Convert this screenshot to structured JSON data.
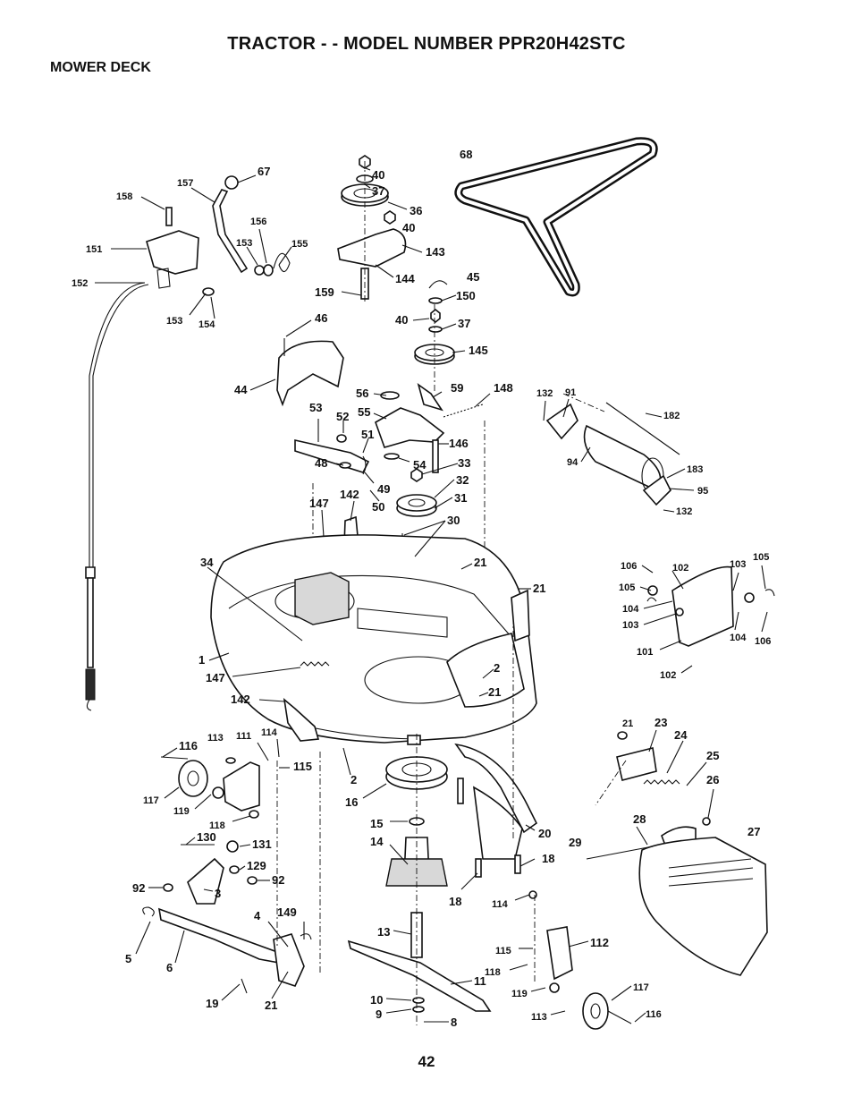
{
  "header": {
    "title": "TRACTOR - - MODEL NUMBER PPR20H42STC",
    "section": "MOWER DECK"
  },
  "footer": {
    "page_number": "42"
  },
  "callouts": [
    {
      "id": "c68",
      "text": "68"
    },
    {
      "id": "c40a",
      "text": "40"
    },
    {
      "id": "c37a",
      "text": "37"
    },
    {
      "id": "c36",
      "text": "36"
    },
    {
      "id": "c40b",
      "text": "40"
    },
    {
      "id": "c143",
      "text": "143"
    },
    {
      "id": "c144",
      "text": "144"
    },
    {
      "id": "c159",
      "text": "159"
    },
    {
      "id": "c45",
      "text": "45"
    },
    {
      "id": "c150",
      "text": "150"
    },
    {
      "id": "c40c",
      "text": "40"
    },
    {
      "id": "c37b",
      "text": "37"
    },
    {
      "id": "c145",
      "text": "145"
    },
    {
      "id": "c67",
      "text": "67"
    },
    {
      "id": "c157",
      "text": "157"
    },
    {
      "id": "c158",
      "text": "158"
    },
    {
      "id": "c156",
      "text": "156"
    },
    {
      "id": "c153a",
      "text": "153"
    },
    {
      "id": "c155",
      "text": "155"
    },
    {
      "id": "c151",
      "text": "151"
    },
    {
      "id": "c152",
      "text": "152"
    },
    {
      "id": "c153b",
      "text": "153"
    },
    {
      "id": "c154",
      "text": "154"
    },
    {
      "id": "c46",
      "text": "46"
    },
    {
      "id": "c44",
      "text": "44"
    },
    {
      "id": "c56",
      "text": "56"
    },
    {
      "id": "c59",
      "text": "59"
    },
    {
      "id": "c148",
      "text": "148"
    },
    {
      "id": "c55",
      "text": "55"
    },
    {
      "id": "c53",
      "text": "53"
    },
    {
      "id": "c52",
      "text": "52"
    },
    {
      "id": "c51",
      "text": "51"
    },
    {
      "id": "c146",
      "text": "146"
    },
    {
      "id": "c48",
      "text": "48"
    },
    {
      "id": "c54",
      "text": "54"
    },
    {
      "id": "c33",
      "text": "33"
    },
    {
      "id": "c49",
      "text": "49"
    },
    {
      "id": "c32",
      "text": "32"
    },
    {
      "id": "c142a",
      "text": "142"
    },
    {
      "id": "c31",
      "text": "31"
    },
    {
      "id": "c147a",
      "text": "147"
    },
    {
      "id": "c50",
      "text": "50"
    },
    {
      "id": "c30",
      "text": "30"
    },
    {
      "id": "c132a",
      "text": "132"
    },
    {
      "id": "c91",
      "text": "91"
    },
    {
      "id": "c182",
      "text": "182"
    },
    {
      "id": "c94",
      "text": "94"
    },
    {
      "id": "c183",
      "text": "183"
    },
    {
      "id": "c95",
      "text": "95"
    },
    {
      "id": "c132b",
      "text": "132"
    },
    {
      "id": "c34",
      "text": "34"
    },
    {
      "id": "c21a",
      "text": "21"
    },
    {
      "id": "c21b",
      "text": "21"
    },
    {
      "id": "c106a",
      "text": "106"
    },
    {
      "id": "c102a",
      "text": "102"
    },
    {
      "id": "c103a",
      "text": "103"
    },
    {
      "id": "c105a",
      "text": "105"
    },
    {
      "id": "c105b",
      "text": "105"
    },
    {
      "id": "c104a",
      "text": "104"
    },
    {
      "id": "c103b",
      "text": "103"
    },
    {
      "id": "c104b",
      "text": "104"
    },
    {
      "id": "c106b",
      "text": "106"
    },
    {
      "id": "c101",
      "text": "101"
    },
    {
      "id": "c102b",
      "text": "102"
    },
    {
      "id": "c1",
      "text": "1"
    },
    {
      "id": "c2a",
      "text": "2"
    },
    {
      "id": "c147b",
      "text": "147"
    },
    {
      "id": "c21c",
      "text": "21"
    },
    {
      "id": "c142b",
      "text": "142"
    },
    {
      "id": "c21d",
      "text": "21"
    },
    {
      "id": "c113a",
      "text": "113"
    },
    {
      "id": "c111",
      "text": "111"
    },
    {
      "id": "c114a",
      "text": "114"
    },
    {
      "id": "c116a",
      "text": "116"
    },
    {
      "id": "c115a",
      "text": "115"
    },
    {
      "id": "c2b",
      "text": "2"
    },
    {
      "id": "c23",
      "text": "23"
    },
    {
      "id": "c24",
      "text": "24"
    },
    {
      "id": "c25",
      "text": "25"
    },
    {
      "id": "c16",
      "text": "16"
    },
    {
      "id": "c117a",
      "text": "117"
    },
    {
      "id": "c119a",
      "text": "119"
    },
    {
      "id": "c26",
      "text": "26"
    },
    {
      "id": "c118a",
      "text": "118"
    },
    {
      "id": "c15",
      "text": "15"
    },
    {
      "id": "c20",
      "text": "20"
    },
    {
      "id": "c28",
      "text": "28"
    },
    {
      "id": "c27",
      "text": "27"
    },
    {
      "id": "c130",
      "text": "130"
    },
    {
      "id": "c131",
      "text": "131"
    },
    {
      "id": "c14",
      "text": "14"
    },
    {
      "id": "c29",
      "text": "29"
    },
    {
      "id": "c18a",
      "text": "18"
    },
    {
      "id": "c129",
      "text": "129"
    },
    {
      "id": "c92a",
      "text": "92"
    },
    {
      "id": "c92b",
      "text": "92"
    },
    {
      "id": "c3",
      "text": "3"
    },
    {
      "id": "c18b",
      "text": "18"
    },
    {
      "id": "c114b",
      "text": "114"
    },
    {
      "id": "c149",
      "text": "149"
    },
    {
      "id": "c4",
      "text": "4"
    },
    {
      "id": "c13",
      "text": "13"
    },
    {
      "id": "c112",
      "text": "112"
    },
    {
      "id": "c115b",
      "text": "115"
    },
    {
      "id": "c5",
      "text": "5"
    },
    {
      "id": "c6",
      "text": "6"
    },
    {
      "id": "c118b",
      "text": "118"
    },
    {
      "id": "c11",
      "text": "11"
    },
    {
      "id": "c117b",
      "text": "117"
    },
    {
      "id": "c19",
      "text": "19"
    },
    {
      "id": "c21e",
      "text": "21"
    },
    {
      "id": "c119b",
      "text": "119"
    },
    {
      "id": "c10",
      "text": "10"
    },
    {
      "id": "c9",
      "text": "9"
    },
    {
      "id": "c113b",
      "text": "113"
    },
    {
      "id": "c116b",
      "text": "116"
    },
    {
      "id": "c8",
      "text": "8"
    }
  ]
}
